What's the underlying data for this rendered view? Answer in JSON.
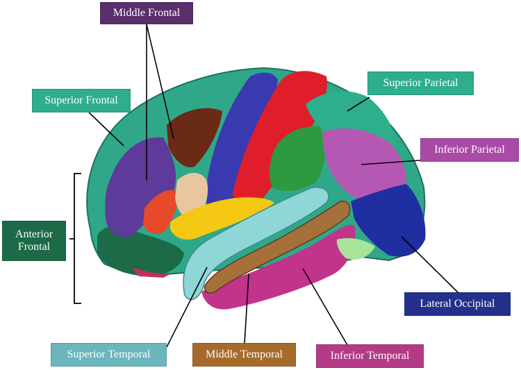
{
  "labels": {
    "middle_frontal": "Middle Frontal",
    "superior_frontal": "Superior Frontal",
    "anterior_frontal_1": "Anterior",
    "anterior_frontal_2": "Frontal",
    "superior_parietal": "Superior Parietal",
    "inferior_parietal": "Inferior Parietal",
    "lateral_occipital": "Lateral Occipital",
    "superior_temporal": "Superior Temporal",
    "middle_temporal": "Middle Temporal",
    "inferior_temporal": "Inferior Temporal"
  },
  "colors": {
    "middle_frontal": "#5a2f6c",
    "superior_frontal": "#2fae8c",
    "anterior_frontal": "#1c6a48",
    "superior_parietal": "#2fae8c",
    "inferior_parietal": "#a94aa6",
    "lateral_occipital": "#25308c",
    "superior_temporal": "#6ab6bc",
    "middle_temporal": "#a66b2b",
    "inferior_temporal": "#b33a86"
  }
}
